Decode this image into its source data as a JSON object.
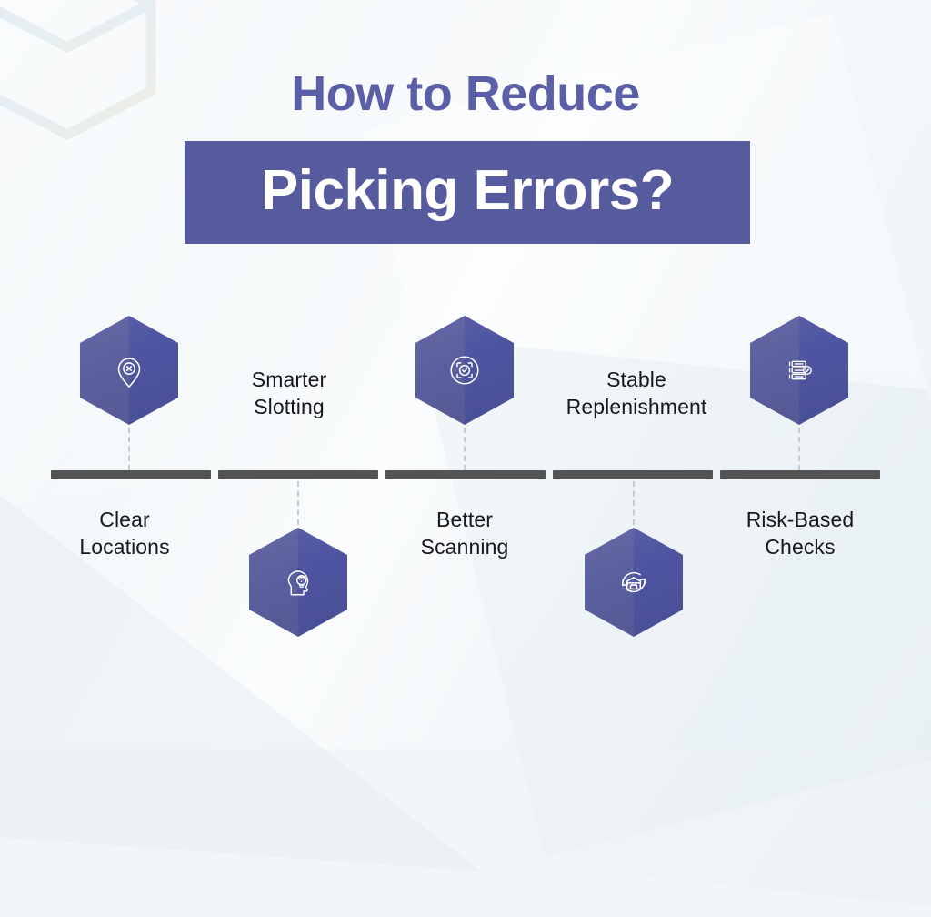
{
  "headline": {
    "line1": "How to Reduce",
    "line2": "Picking Errors?"
  },
  "colors": {
    "accent_purple": "#565b9e",
    "headline_purple": "#5a5fa8",
    "hex_left": "#5a5f9e",
    "hex_right": "#4e54a0",
    "timeline_bar": "#545454",
    "dotted_connector": "#c3cbd2",
    "label_text": "#17181c",
    "background": "#f2f6f8"
  },
  "timeline": {
    "segment_count": 5,
    "segments": [
      "segment-1",
      "segment-2",
      "segment-3",
      "segment-4",
      "segment-5"
    ]
  },
  "steps": [
    {
      "id": "step-1",
      "label": "Clear\nLocations",
      "label_line1": "Clear",
      "label_line2": "Locations",
      "icon": "location-pin-x-icon",
      "hexagon_position": "above",
      "label_position": "below"
    },
    {
      "id": "step-2",
      "label": "Smarter\nSlotting",
      "label_line1": "Smarter",
      "label_line2": "Slotting",
      "icon": "head-lightbulb-idea-icon",
      "hexagon_position": "below",
      "label_position": "above"
    },
    {
      "id": "step-3",
      "label": "Better\nScanning",
      "label_line1": "Better",
      "label_line2": "Scanning",
      "icon": "scan-check-icon",
      "hexagon_position": "above",
      "label_position": "below"
    },
    {
      "id": "step-4",
      "label": "Stable\nReplenishment",
      "label_line1": "Stable",
      "label_line2": "Replenishment",
      "icon": "warehouse-refresh-icon",
      "hexagon_position": "below",
      "label_position": "above"
    },
    {
      "id": "step-5",
      "label": "Risk-Based\nChecks",
      "label_line1": "Risk-Based",
      "label_line2": "Checks",
      "icon": "server-stack-check-icon",
      "hexagon_position": "above",
      "label_position": "below"
    }
  ],
  "decoration": {
    "watermark": "3d-box-outline-watermark"
  }
}
